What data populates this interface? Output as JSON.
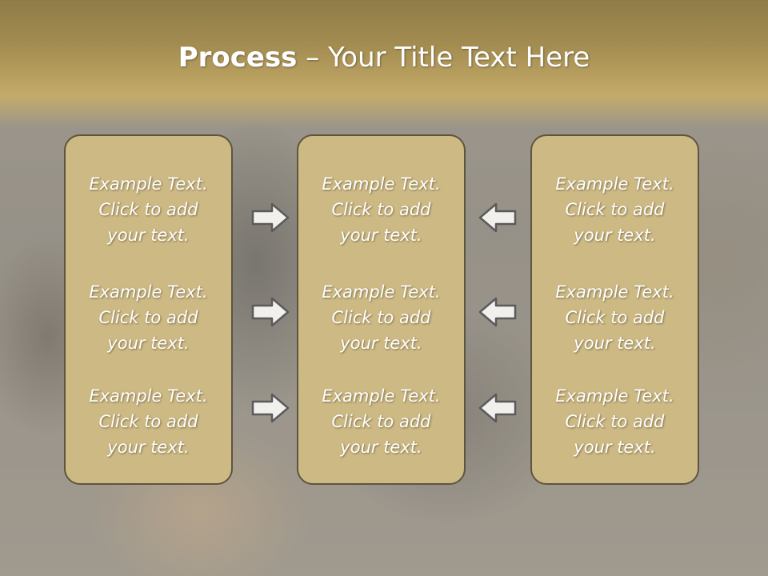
{
  "title": {
    "bold": "Process",
    "rest": " – Your Title Text Here"
  },
  "columns": [
    {
      "items": [
        {
          "line1": "Example Text.",
          "line2": "Click  to add",
          "line3": "your text."
        },
        {
          "line1": "Example Text.",
          "line2": "Click  to add",
          "line3": "your text."
        },
        {
          "line1": "Example Text.",
          "line2": "Click  to add",
          "line3": "your text."
        }
      ]
    },
    {
      "items": [
        {
          "line1": "Example Text.",
          "line2": "Click  to add",
          "line3": "your text."
        },
        {
          "line1": "Example Text.",
          "line2": "Click  to add",
          "line3": "your text."
        },
        {
          "line1": "Example Text.",
          "line2": "Click  to add",
          "line3": "your text."
        }
      ]
    },
    {
      "items": [
        {
          "line1": "Example Text.",
          "line2": "Click  to add",
          "line3": "your text."
        },
        {
          "line1": "Example Text.",
          "line2": "Click  to add",
          "line3": "your text."
        },
        {
          "line1": "Example Text.",
          "line2": "Click  to add",
          "line3": "your text."
        }
      ]
    }
  ],
  "arrows": {
    "left": [
      "right-arrow-icon",
      "right-arrow-icon",
      "right-arrow-icon"
    ],
    "right": [
      "left-arrow-icon",
      "left-arrow-icon",
      "left-arrow-icon"
    ]
  },
  "colors": {
    "card": "#cdb983",
    "card_border": "#5e553f",
    "header": "#a38c50",
    "text": "#ffffff"
  }
}
